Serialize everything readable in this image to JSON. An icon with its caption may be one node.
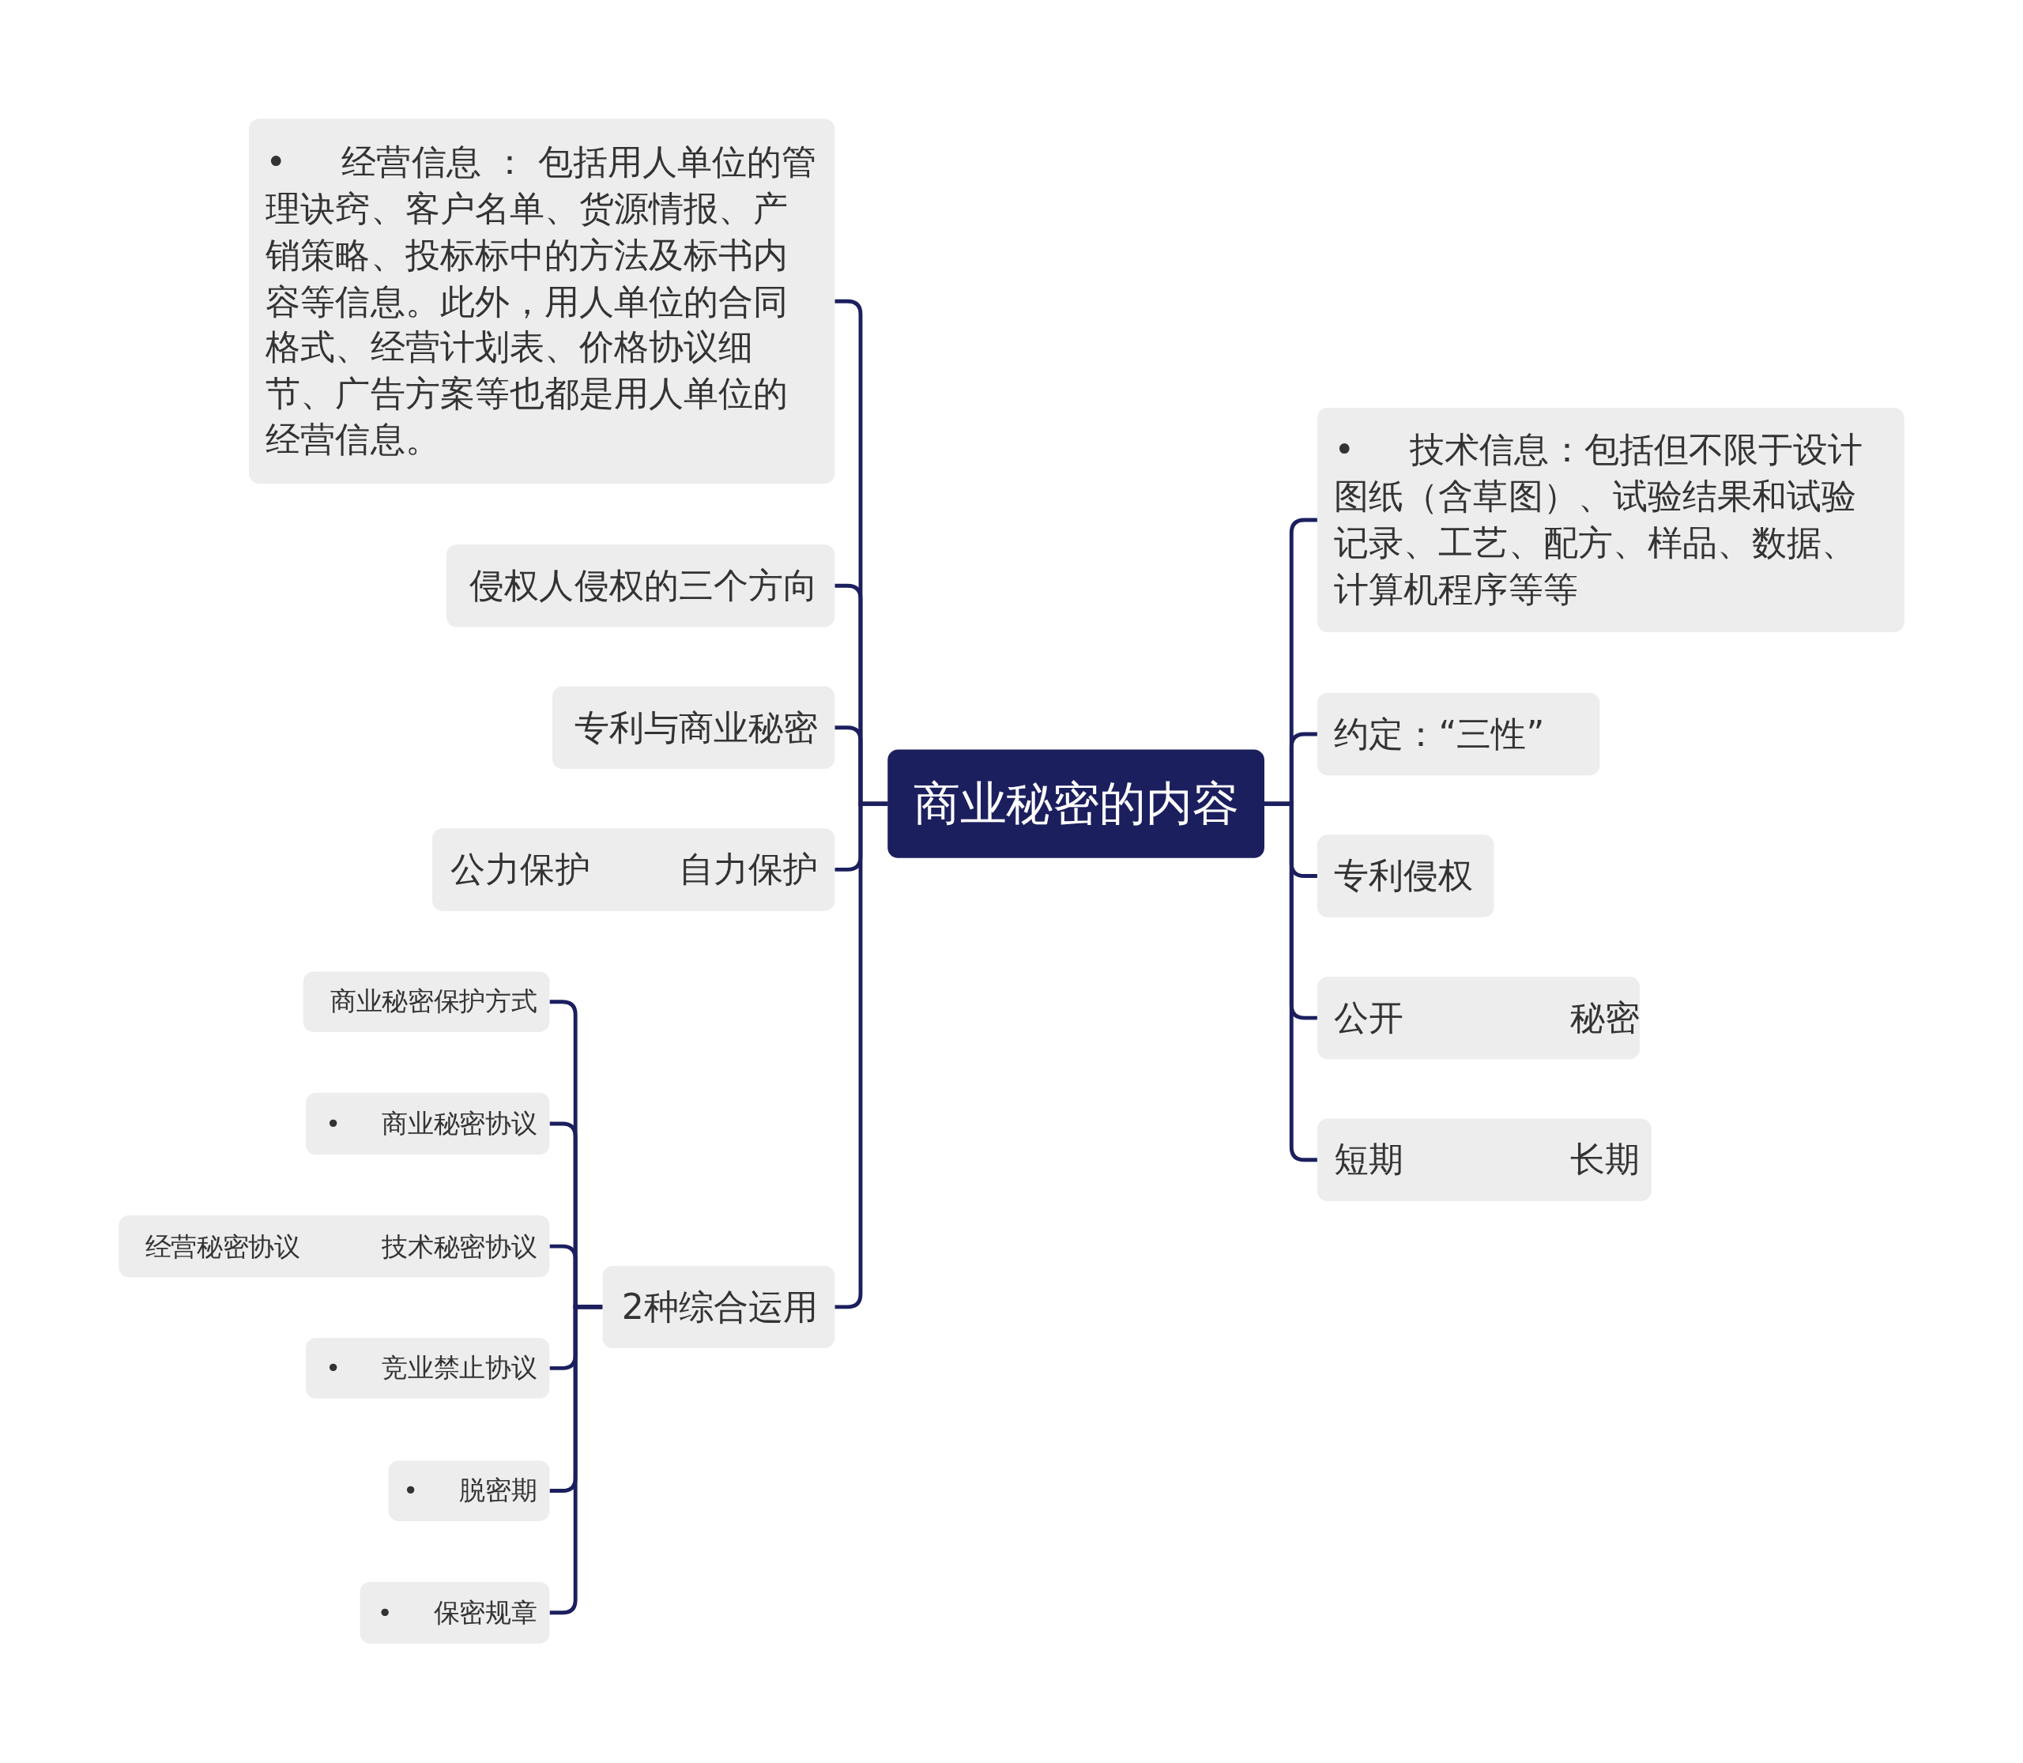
{
  "diagram": {
    "nodes": [
      {
        "text": [
          "商业秘密的内容"
        ]
      },
      {
        "text": [
          "•     经营信息 ： 包括用人单位的管理诀窍、客户名单、货源情报、产销策略、投标标中的方法及标书内容等信息。此外，用人单位的合同格式、经营计划表、价格协议细节、广告方案等也都是用人单位的经营信息。"
        ]
      },
      {
        "text": [
          "侵权人侵权的三个方向"
        ]
      },
      {
        "text": [
          "专利与商业秘密"
        ]
      },
      {
        "text": [
          "公力保护        自力保护"
        ]
      },
      {
        "text": [
          "2种综合运用"
        ]
      },
      {
        "text": [
          "商业秘密保护方式"
        ]
      },
      {
        "text": [
          "•     商业秘密协议"
        ]
      },
      {
        "text": [
          "经营秘密协议          技术秘密协议"
        ]
      },
      {
        "text": [
          "•     竞业禁止协议"
        ]
      },
      {
        "text": [
          "•     脱密期"
        ]
      },
      {
        "text": [
          "•     保密规章"
        ]
      },
      {
        "text": [
          "•     技术信息：包括但不限于设计图纸（含草图）、试验结果和试验记录、工艺、配方、样品、数据、计算机程序等等"
        ]
      },
      {
        "text": [
          "约定：“三性”"
        ]
      },
      {
        "text": [
          "专利侵权"
        ]
      },
      {
        "text": [
          "公开               秘密"
        ]
      },
      {
        "text": [
          "短期               长期"
        ]
      }
    ],
    "edges": [
      {
        "from": 0,
        "to": 1,
        "arrow": "none"
      },
      {
        "from": 0,
        "to": 2,
        "arrow": "none"
      },
      {
        "from": 0,
        "to": 3,
        "arrow": "none"
      },
      {
        "from": 0,
        "to": 4,
        "arrow": "none"
      },
      {
        "from": 0,
        "to": 5,
        "arrow": "none"
      },
      {
        "from": 5,
        "to": 6,
        "arrow": "none"
      },
      {
        "from": 5,
        "to": 7,
        "arrow": "none"
      },
      {
        "from": 5,
        "to": 8,
        "arrow": "none"
      },
      {
        "from": 5,
        "to": 9,
        "arrow": "none"
      },
      {
        "from": 5,
        "to": 10,
        "arrow": "none"
      },
      {
        "from": 5,
        "to": 11,
        "arrow": "none"
      },
      {
        "from": 0,
        "to": 12,
        "arrow": "none"
      },
      {
        "from": 0,
        "to": 13,
        "arrow": "none"
      },
      {
        "from": 0,
        "to": 14,
        "arrow": "none"
      },
      {
        "from": 0,
        "to": 15,
        "arrow": "none"
      },
      {
        "from": 0,
        "to": 16,
        "arrow": "none"
      }
    ]
  }
}
